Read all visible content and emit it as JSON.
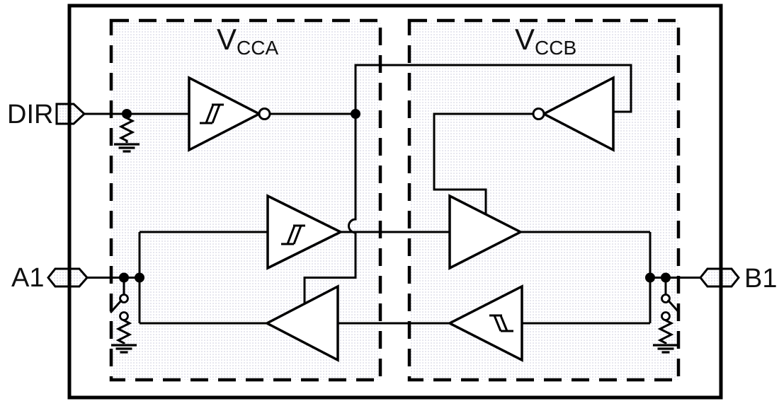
{
  "diagram": {
    "pins": {
      "dir": {
        "label": "DIR",
        "type": "input"
      },
      "a1": {
        "label": "A1",
        "type": "io"
      },
      "b1": {
        "label": "B1",
        "type": "io"
      }
    },
    "power_domains": {
      "vcca": {
        "symbol": "V",
        "subscript": "CCA"
      },
      "vccb": {
        "symbol": "V",
        "subscript": "CCB"
      }
    },
    "gates": [
      {
        "id": "schmitt-inverter-dir",
        "kind": "schmitt-trigger-inverter",
        "domain": "vcca"
      },
      {
        "id": "inverter-dir-complement",
        "kind": "inverter",
        "domain": "vccb"
      },
      {
        "id": "schmitt-buffer-a-receive",
        "kind": "schmitt-trigger-buffer",
        "domain": "vcca"
      },
      {
        "id": "buffer-b-drive",
        "kind": "buffer",
        "domain": "vccb"
      },
      {
        "id": "buffer-a-drive",
        "kind": "buffer",
        "domain": "vcca"
      },
      {
        "id": "schmitt-buffer-b-receive",
        "kind": "schmitt-trigger-buffer",
        "domain": "vccb"
      }
    ],
    "passives": [
      {
        "id": "pulldown-dir",
        "kind": "resistor-to-ground"
      },
      {
        "id": "pulldown-a1",
        "kind": "switched-resistor-to-ground"
      },
      {
        "id": "pulldown-b1",
        "kind": "switched-resistor-to-ground"
      }
    ],
    "colors": {
      "line": "#000000",
      "background": "#ffffff",
      "domain_fill_dot": "#c7c7da",
      "text": "#111111"
    }
  }
}
